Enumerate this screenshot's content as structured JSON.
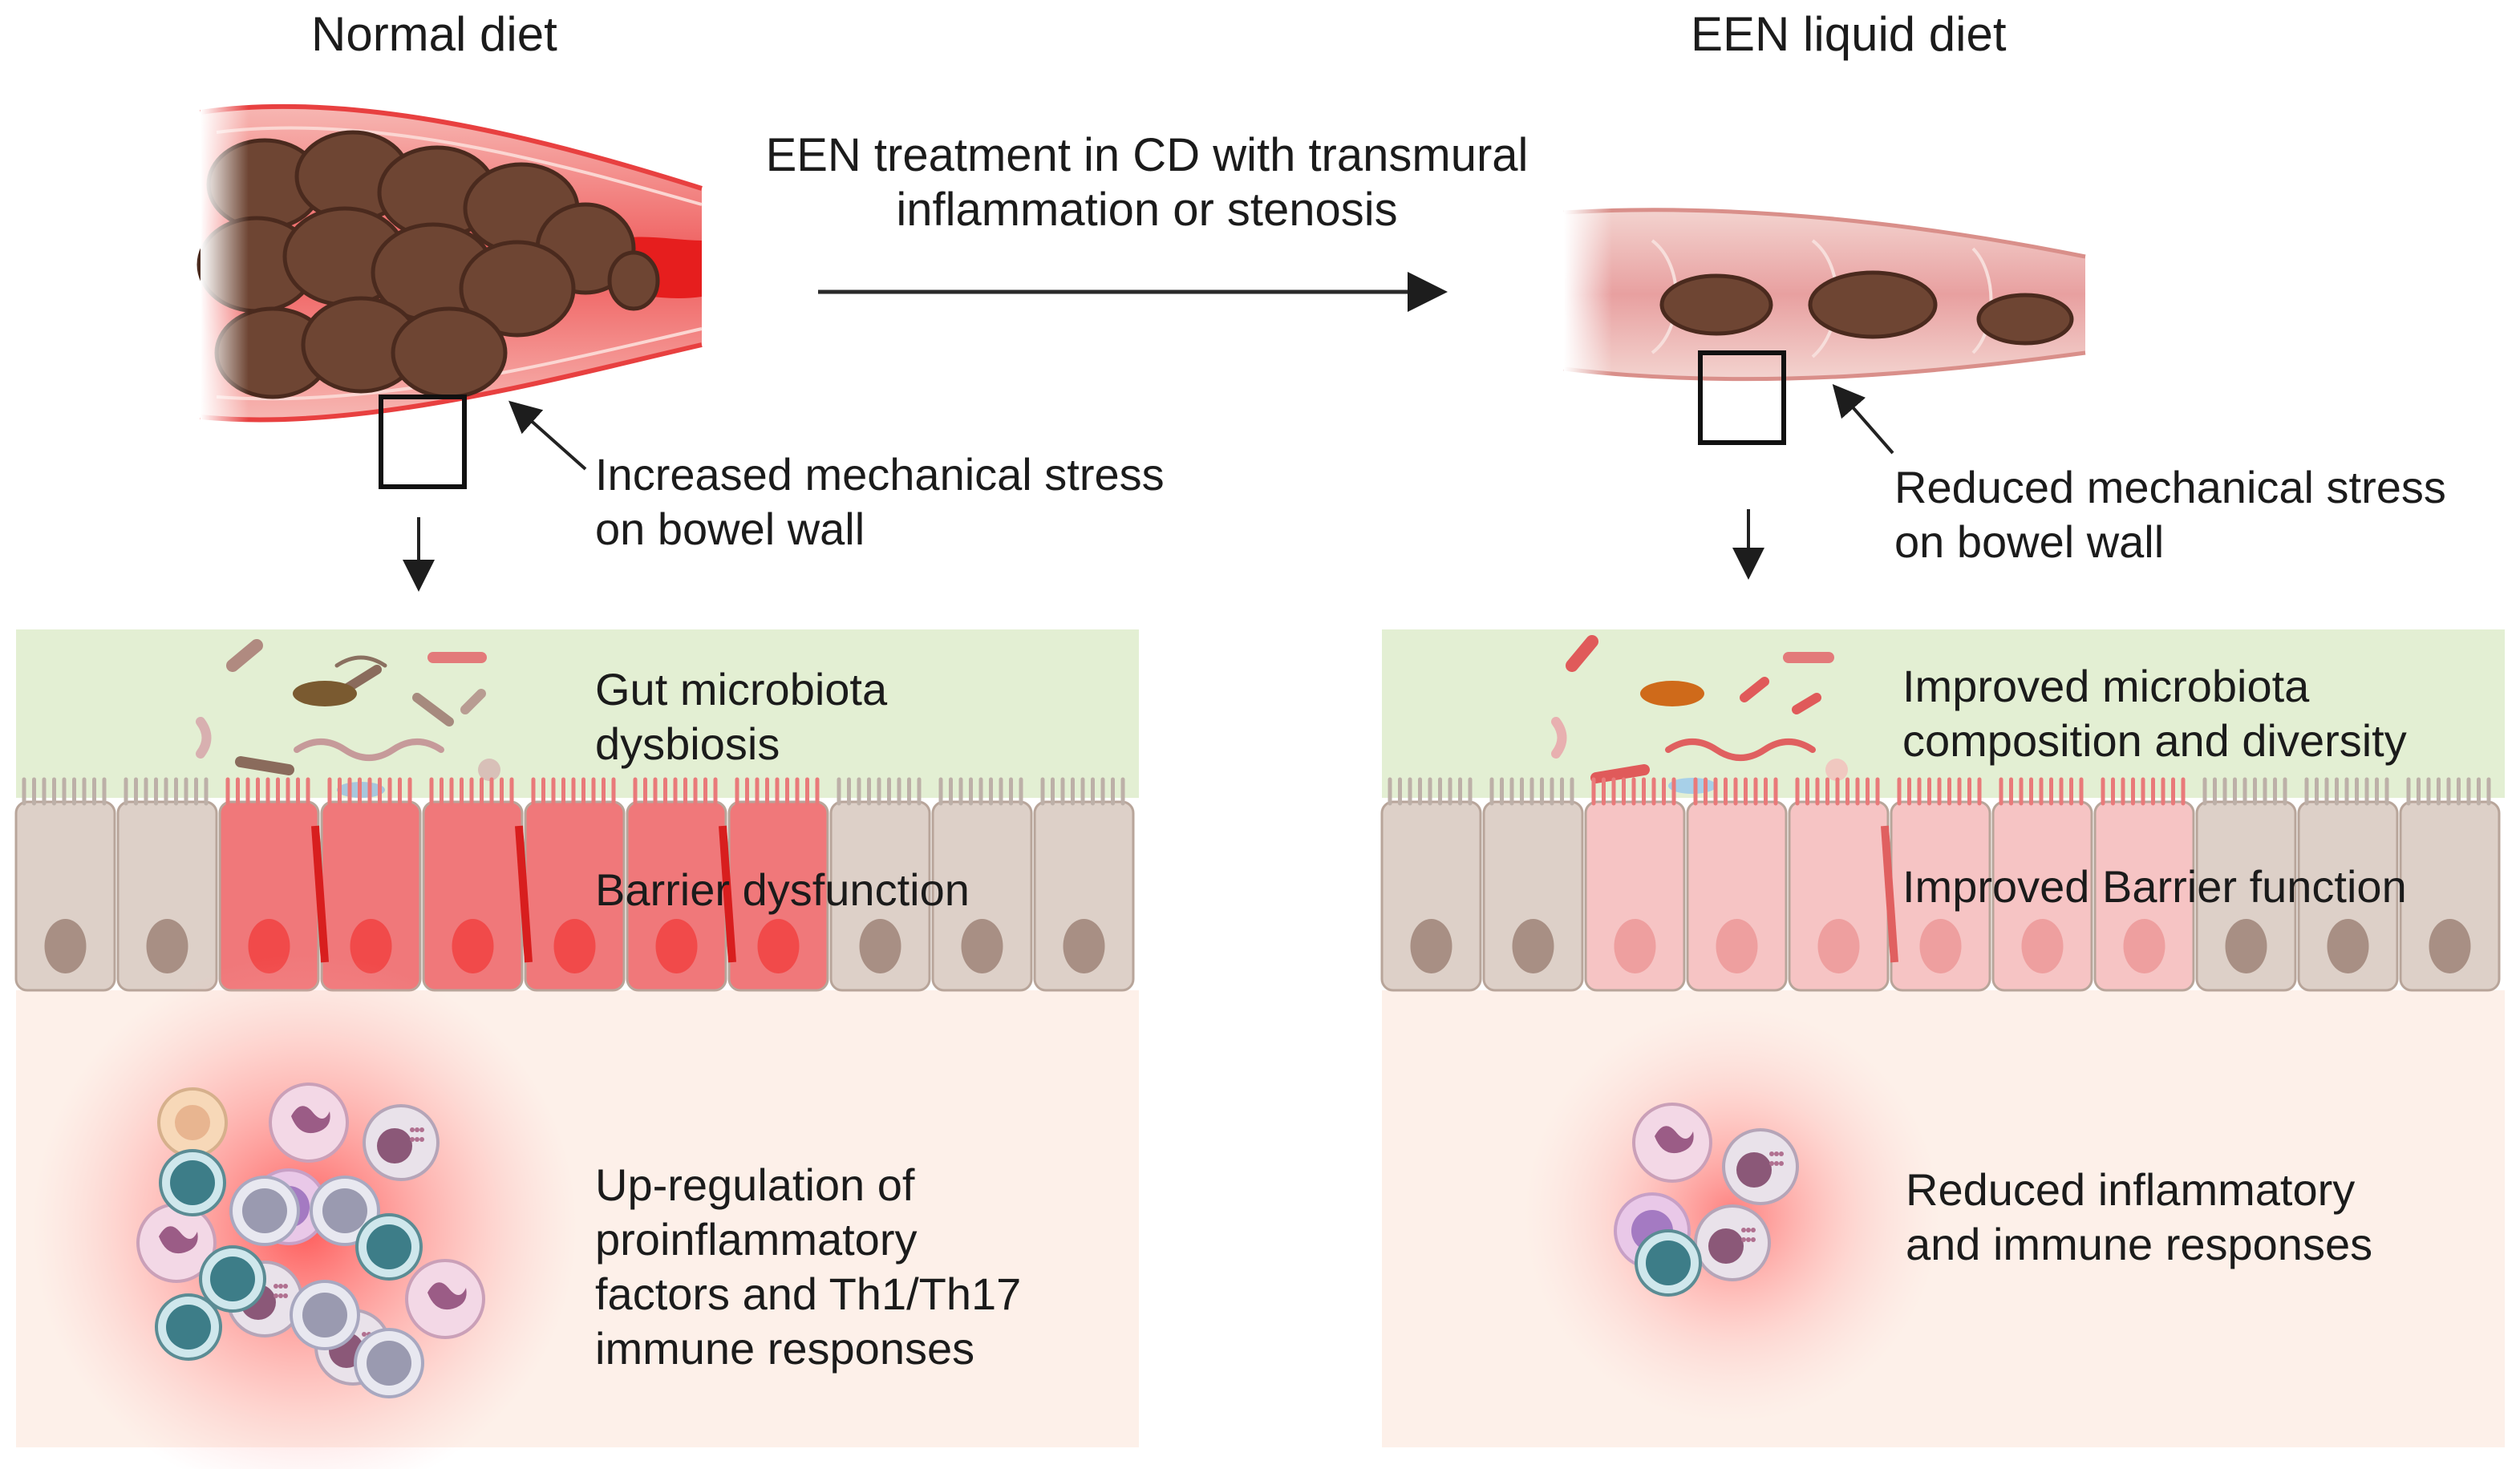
{
  "left": {
    "title": "Normal diet",
    "stress_label_1": "Increased mechanical stress",
    "stress_label_2": "on bowel wall",
    "microbiota_1": "Gut microbiota",
    "microbiota_2": "dysbiosis",
    "barrier": "Barrier dysfunction",
    "immune_1": "Up-regulation of",
    "immune_2": "proinflammatory",
    "immune_3": "factors and Th1/Th17",
    "immune_4": "immune responses"
  },
  "middle": {
    "treatment_1": "EEN treatment in CD with transmural",
    "treatment_2": "inflammation or stenosis"
  },
  "right": {
    "title": "EEN liquid diet",
    "stress_label_1": "Reduced mechanical stress",
    "stress_label_2": "on bowel wall",
    "microbiota_1": "Improved microbiota",
    "microbiota_2": "composition and diversity",
    "barrier": "Improved Barrier function",
    "immune_1": "Reduced inflammatory",
    "immune_2": "and  immune responses"
  },
  "colors": {
    "microbiota_band": "#e3efd3",
    "epithelium_neutral": "#ddd0c8",
    "epithelium_inflamed": "#f0787a",
    "epithelium_mild": "#f6c4c4",
    "lamina_propria": "#fdf0e9",
    "feces": "#6e4533",
    "inflammation_glow": "#ff5a5a"
  }
}
